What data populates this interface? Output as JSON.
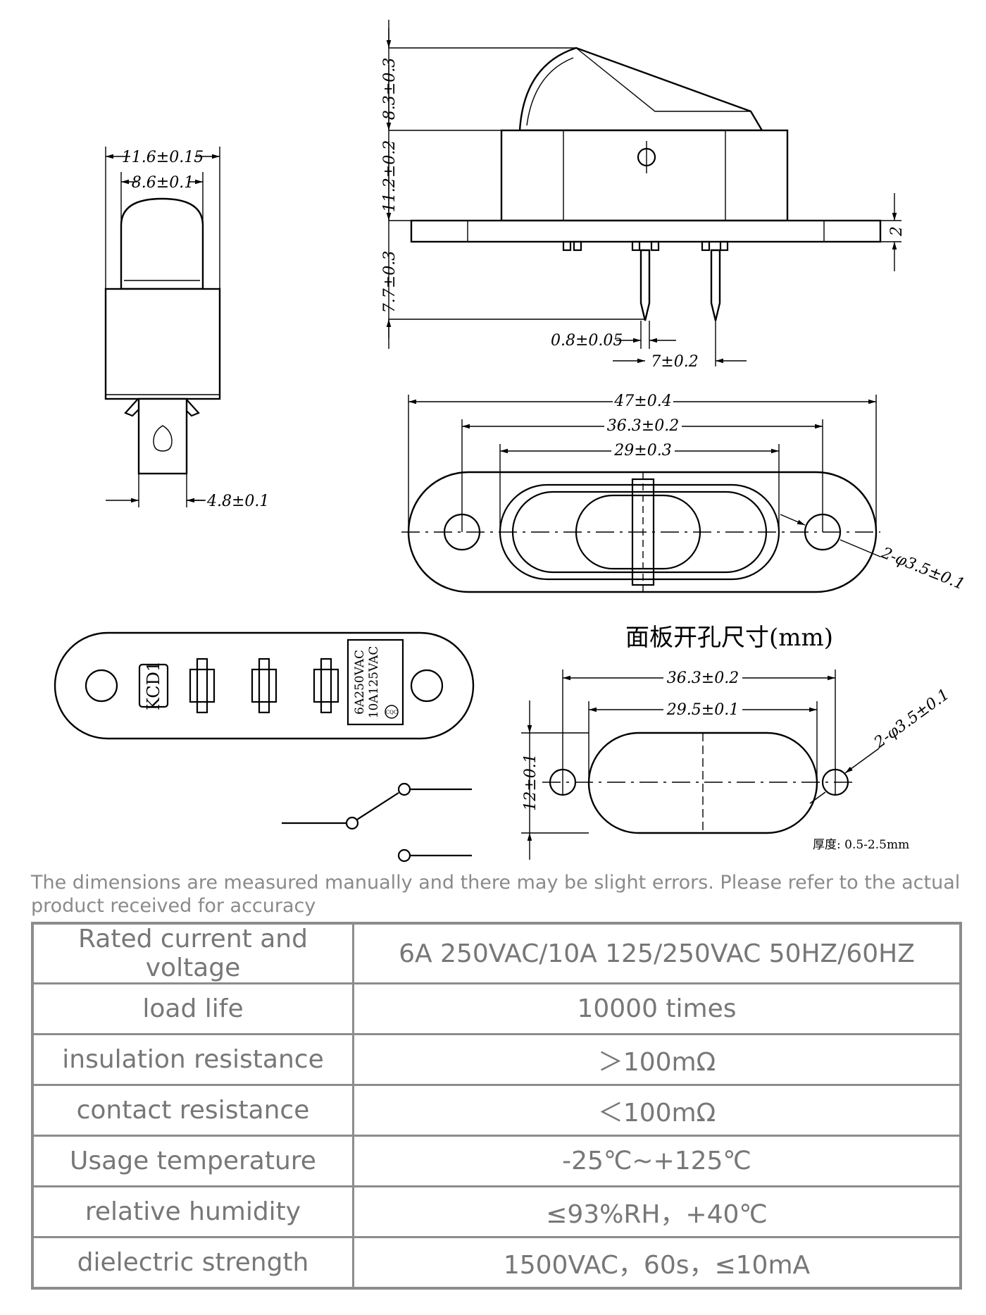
{
  "drawing": {
    "side_view": {
      "dims": [
        "11.6±0.15",
        "8.6±0.1",
        "4.8±0.1"
      ]
    },
    "front_view": {
      "dims": [
        "8.3±0.3",
        "11.2±0.2",
        "7.7±0.3",
        "2",
        "0.8±0.05",
        "7±0.2"
      ]
    },
    "top_view": {
      "dims": [
        "47±0.4",
        "36.3±0.2",
        "29±0.3",
        "2-φ3.5±0.1"
      ]
    },
    "label_view": {
      "model": "KCD1",
      "rating_line1": "6A250VAC",
      "rating_line2": "10A125VAC",
      "mark": "CQC"
    },
    "panel_cutout": {
      "title": "面板开孔尺寸(mm)",
      "dims": [
        "36.3±0.2",
        "29.5±0.1",
        "12±0.1",
        "2-φ3.5±0.1"
      ],
      "thickness_note": "厚度: 0.5-2.5mm"
    }
  },
  "note": "The dimensions are measured manually and there may be slight errors. Please refer to the actual product received for accuracy",
  "specs": [
    {
      "label": "Rated current and voltage",
      "value": "6A 250VAC/10A 125/250VAC 50HZ/60HZ"
    },
    {
      "label": "load life",
      "value": "10000 times"
    },
    {
      "label": "insulation resistance",
      "value": "＞100mΩ"
    },
    {
      "label": "contact resistance",
      "value": "＜100mΩ"
    },
    {
      "label": "Usage temperature",
      "value": "-25℃~+125℃"
    },
    {
      "label": "relative humidity",
      "value": "≤93%RH，+40℃"
    },
    {
      "label": "dielectric strength",
      "value": "1500VAC，60s，≤10mA"
    }
  ]
}
